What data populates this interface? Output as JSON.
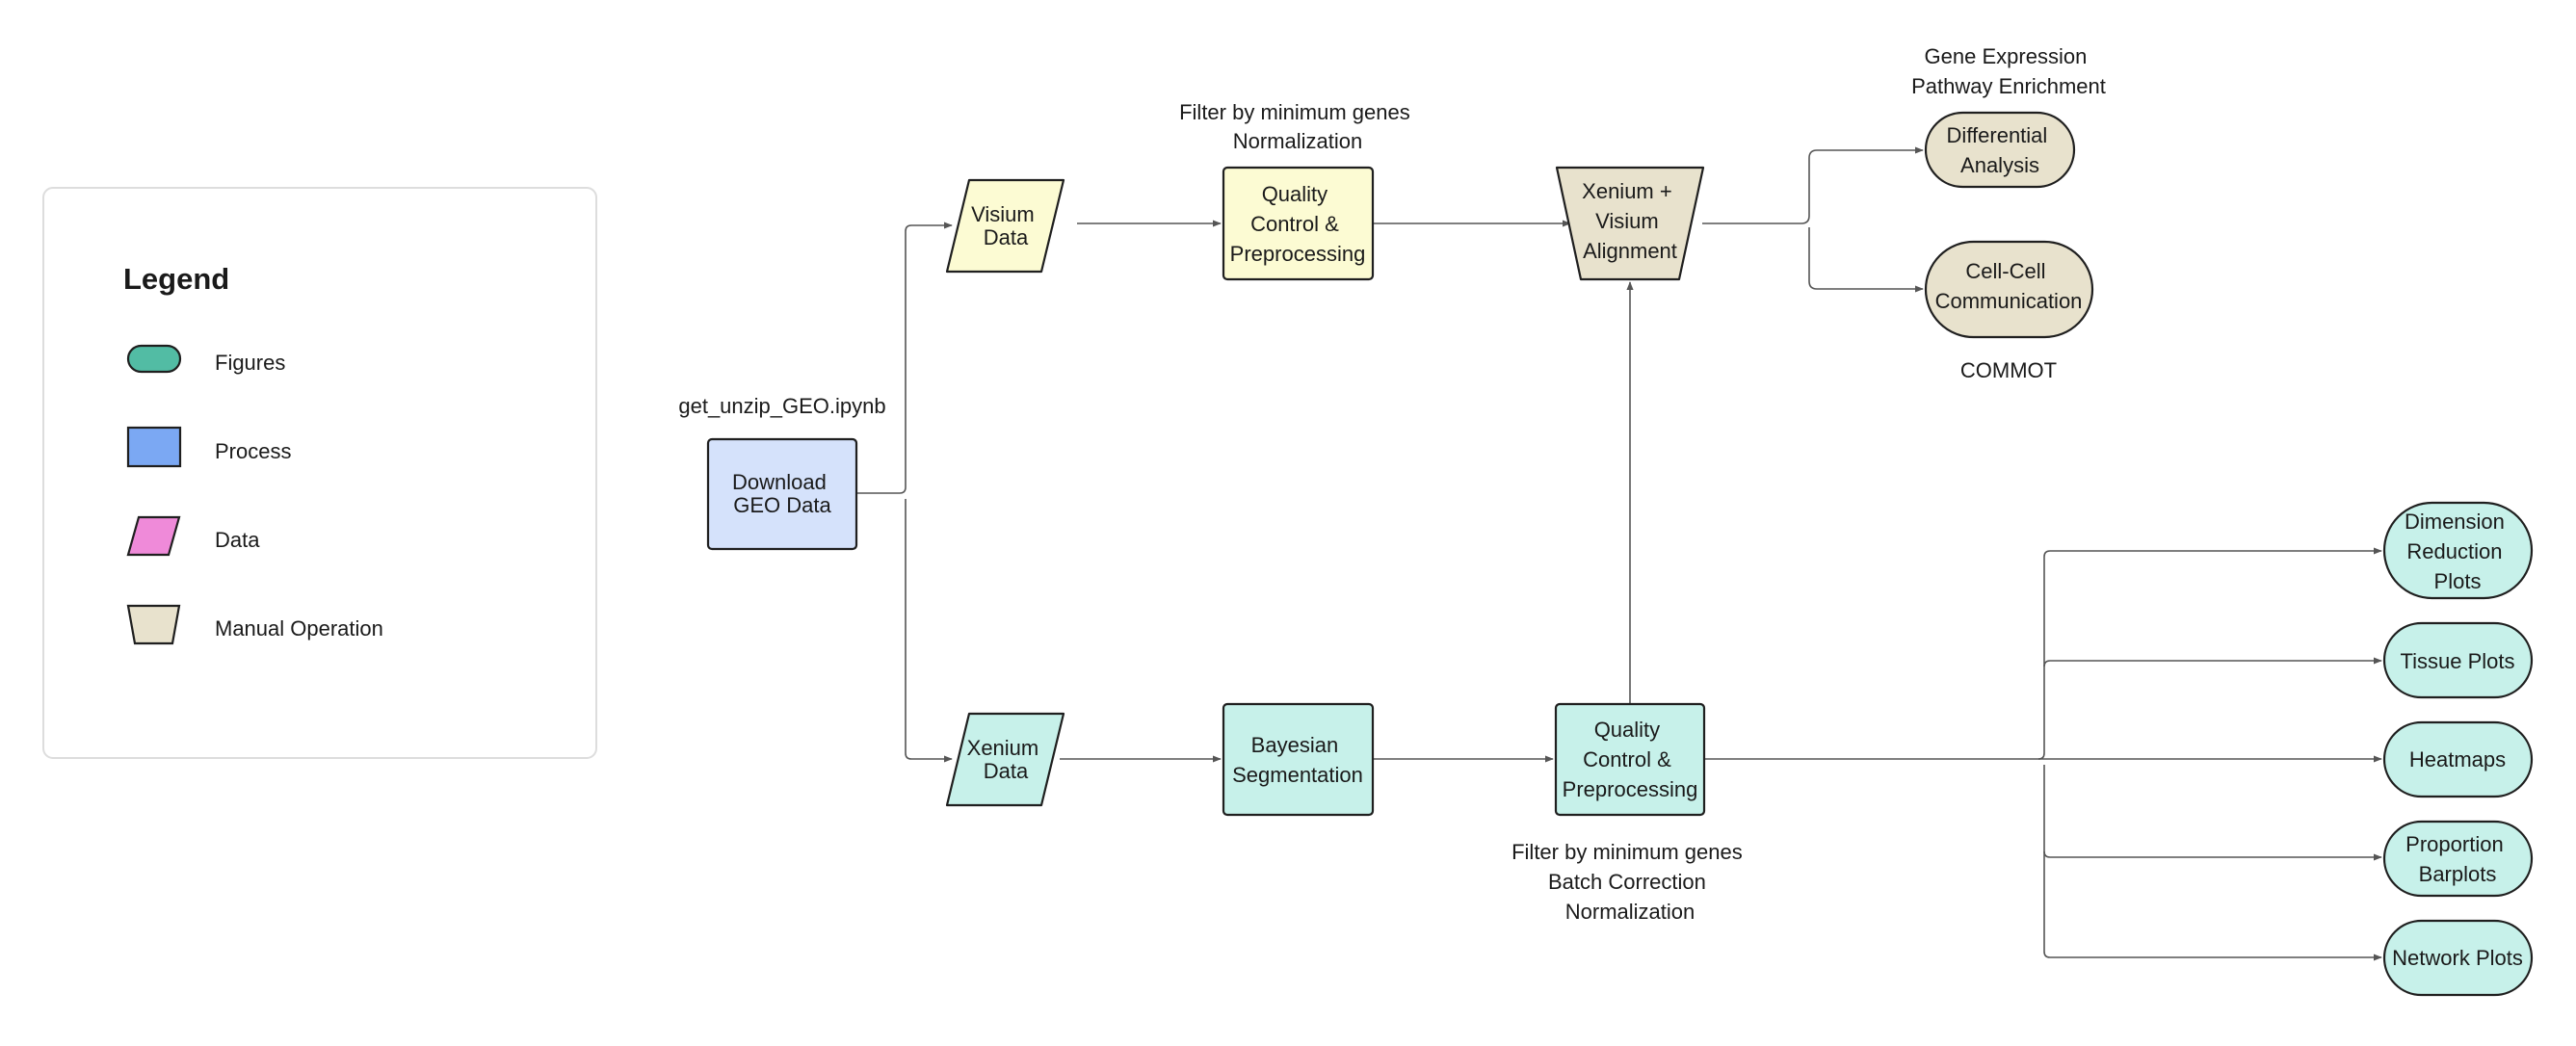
{
  "colors": {
    "download": "#d5e2fb",
    "visium": "#fcfbd3",
    "xenium": "#c7f1ea",
    "manual": "#e8e2cd",
    "legend_figures": "#52bca4",
    "legend_process": "#7ba8f3",
    "legend_data": "#ef8ad9",
    "legend_manual": "#e8e2cd",
    "edge": "#555555",
    "legend_border": "#dddddd"
  },
  "legend": {
    "title": "Legend",
    "items": [
      {
        "label": "Figures",
        "shape": "pill"
      },
      {
        "label": "Process",
        "shape": "rectangle"
      },
      {
        "label": "Data",
        "shape": "parallelogram"
      },
      {
        "label": "Manual Operation",
        "shape": "trapezoid"
      }
    ]
  },
  "nodes": {
    "download": {
      "lines": [
        "Download",
        "GEO Data"
      ]
    },
    "visium_data": {
      "lines": [
        "Visium",
        "Data"
      ]
    },
    "xenium_data": {
      "lines": [
        "Xenium",
        "Data"
      ]
    },
    "visium_qc": {
      "lines": [
        "Quality",
        "Control &",
        "Preprocessing"
      ]
    },
    "bayesian": {
      "lines": [
        "Bayesian",
        "Segmentation"
      ]
    },
    "xenium_qc": {
      "lines": [
        "Quality",
        "Control &",
        "Preprocessing"
      ]
    },
    "alignment": {
      "lines": [
        "Xenium +",
        "Visium",
        "Alignment"
      ]
    },
    "differential": {
      "lines": [
        "Differential",
        "Analysis"
      ]
    },
    "cellcell": {
      "lines": [
        "Cell-Cell",
        "Communication"
      ]
    },
    "dimred": {
      "lines": [
        "Dimension",
        "Reduction",
        "Plots"
      ]
    },
    "tissue": {
      "lines": [
        "Tissue Plots"
      ]
    },
    "heatmaps": {
      "lines": [
        "Heatmaps"
      ]
    },
    "proportion": {
      "lines": [
        "Proportion",
        "Barplots"
      ]
    },
    "network": {
      "lines": [
        "Network Plots"
      ]
    }
  },
  "annotations": {
    "download_note": [
      "get_unzip_GEO.ipynb"
    ],
    "visium_qc_note": [
      "Filter by minimum genes",
      "Normalization"
    ],
    "differential_note": [
      "Gene Expression",
      "Pathway Enrichment"
    ],
    "cellcell_note": [
      "COMMOT"
    ],
    "xenium_qc_note": [
      "Filter by minimum genes",
      "Batch Correction",
      "Normalization"
    ]
  }
}
